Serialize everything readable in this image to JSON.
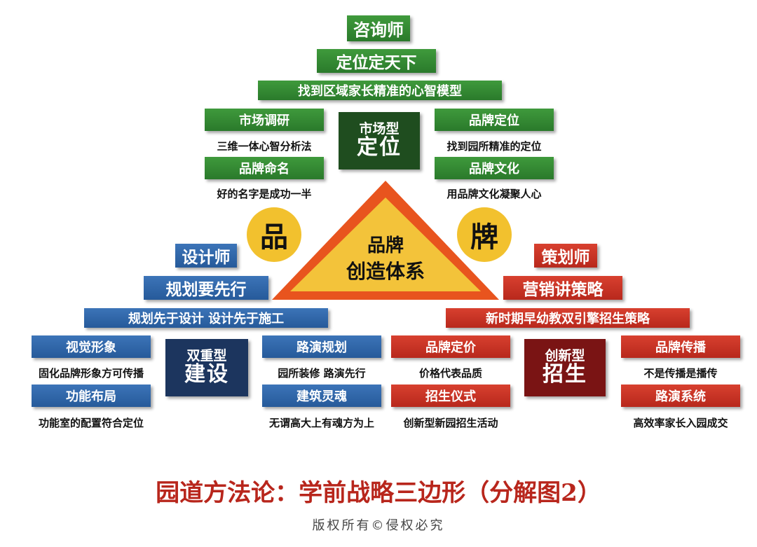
{
  "colors": {
    "green": "#2a7a2b",
    "dark_green": "#1f4d1f",
    "blue": "#265a9a",
    "dark_blue": "#1c355e",
    "red": "#b8281c",
    "dark_red": "#7a1414",
    "gold": "#f2c12e"
  },
  "top": {
    "role": "咨询师",
    "slogan": "定位定天下",
    "banner": "找到区域家长精准的心智模型"
  },
  "positioning": {
    "core_small": "市场型",
    "core_big": "定位",
    "left": [
      {
        "label": "市场调研",
        "desc": "三维一体心智分析法"
      },
      {
        "label": "品牌命名",
        "desc": "好的名字是成功一半"
      }
    ],
    "right": [
      {
        "label": "品牌定位",
        "desc": "找到园所精准的定位"
      },
      {
        "label": "品牌文化",
        "desc": "用品牌文化凝聚人心"
      }
    ]
  },
  "pyramid": {
    "left_char": "品",
    "right_char": "牌",
    "line1": "品牌",
    "line2": "创造体系"
  },
  "design": {
    "role": "设计师",
    "slogan": "规划要先行",
    "banner": "规划先于设计  设计先于施工",
    "core_small": "双重型",
    "core_big": "建设",
    "left": [
      {
        "label": "视觉形象",
        "desc": "固化品牌形象方可传播"
      },
      {
        "label": "功能布局",
        "desc": "功能室的配置符合定位"
      }
    ],
    "right": [
      {
        "label": "路演规划",
        "desc": "园所装修 路演先行"
      },
      {
        "label": "建筑灵魂",
        "desc": "无谓高大上有魂方为上"
      }
    ]
  },
  "planning": {
    "role": "策划师",
    "slogan": "营销讲策略",
    "banner": "新时期早幼教双引擎招生策略",
    "core_small": "创新型",
    "core_big": "招生",
    "left": [
      {
        "label": "品牌定价",
        "desc": "价格代表品质"
      },
      {
        "label": "招生仪式",
        "desc": "创新型新园招生活动"
      }
    ],
    "right": [
      {
        "label": "品牌传播",
        "desc": "不是传播是播传"
      },
      {
        "label": "路演系统",
        "desc": "高效率家长入园成交"
      }
    ]
  },
  "footer": {
    "title": "园道方法论：学前战略三边形（分解图2）",
    "copyright": "版权所有©侵权必究"
  }
}
